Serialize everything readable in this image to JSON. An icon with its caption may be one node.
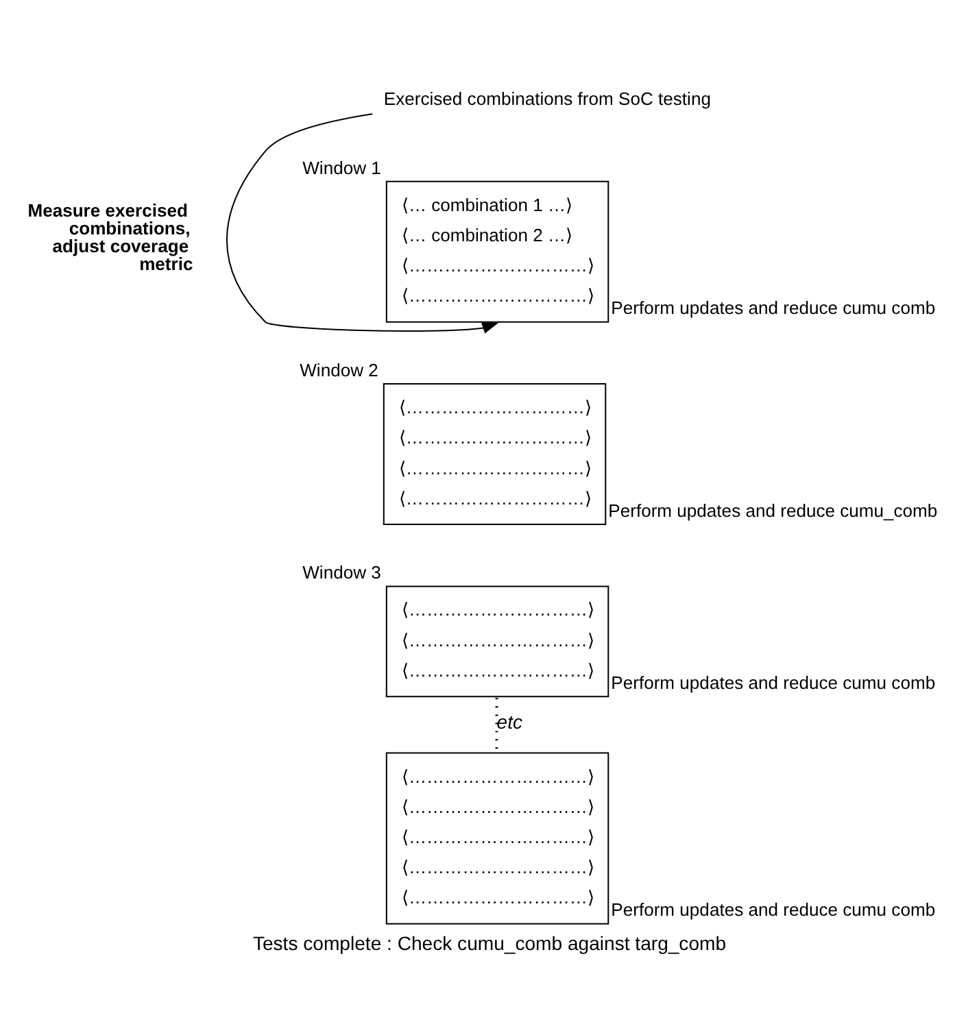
{
  "diagram": {
    "caption": "Tests complete : Check cumu_comb against targ_comb",
    "nodes": [
      {
        "text": [
          "Exercised combinations from SoC testing"
        ]
      },
      {
        "text": [
          "Window 1",
          "⟨… combination 1 …⟩",
          "⟨… combination 2 …⟩",
          "⟨…………………………⟩",
          "⟨…………………………⟩"
        ],
        "beside": [
          "Perform updates and reduce cumu comb"
        ]
      },
      {
        "text": [
          "Window 2",
          "⟨…………………………⟩",
          "⟨…………………………⟩",
          "⟨…………………………⟩",
          "⟨…………………………⟩"
        ],
        "beside": [
          "Perform updates and reduce cumu_comb"
        ]
      },
      {
        "text": [
          "Window 3",
          "⟨…………………………⟩",
          "⟨…………………………⟩",
          "⟨…………………………⟩"
        ],
        "beside": [
          "Perform updates and reduce cumu comb"
        ]
      },
      {
        "text": [
          "⟨…………………………⟩",
          "⟨…………………………⟩",
          "⟨…………………………⟩",
          "⟨…………………………⟩",
          "⟨…………………………⟩"
        ],
        "beside": [
          "Perform updates and reduce cumu comb"
        ]
      }
    ],
    "edges": [
      {
        "from": 0,
        "to": 1,
        "arrow": "to"
      },
      {
        "from": 3,
        "to": 4,
        "arrow": "none",
        "label": "etc",
        "style": "dashed"
      }
    ],
    "labels": [
      "Measure exercised combinations, adjust coverage metric"
    ]
  }
}
